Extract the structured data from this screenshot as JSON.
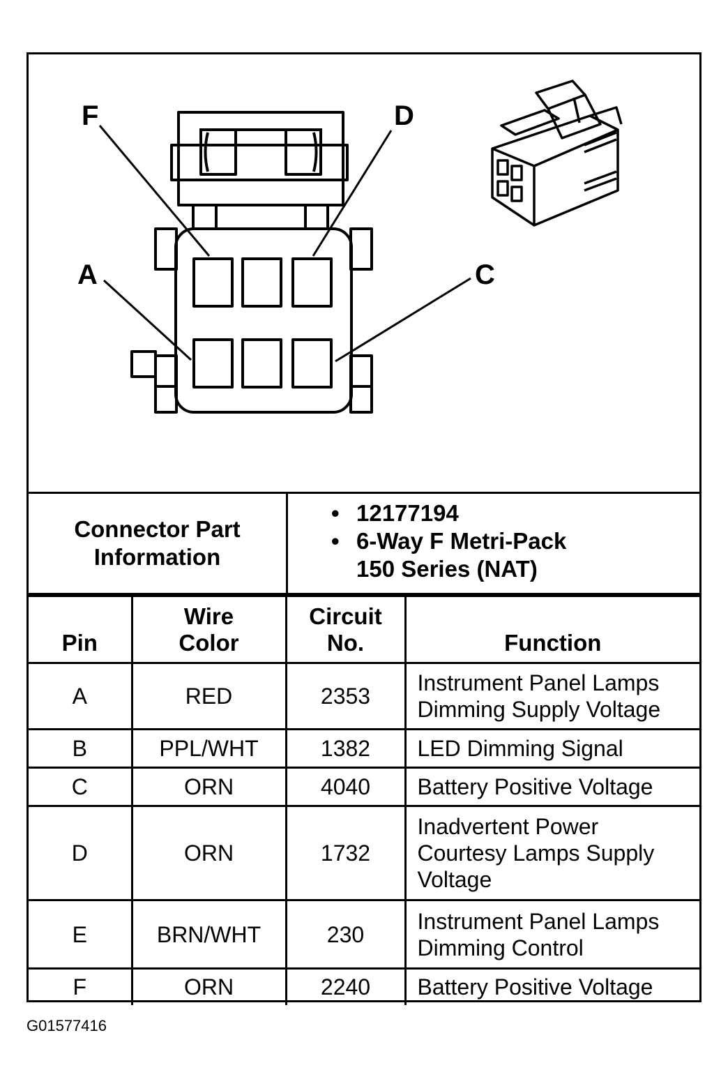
{
  "connector": {
    "pin_letters": {
      "A": "A",
      "C": "C",
      "D": "D",
      "F": "F"
    }
  },
  "info": {
    "label": "Connector Part Information",
    "part_number": "12177194",
    "description_line1": "6-Way F Metri-Pack",
    "description_line2": "150 Series (NAT)"
  },
  "table": {
    "headers": {
      "pin": "Pin",
      "wire_color": "Wire Color",
      "circuit_no": "Circuit No.",
      "function": "Function"
    },
    "rows": [
      {
        "pin": "A",
        "wire_color": "RED",
        "circuit": "2353",
        "function_lines": [
          "Instrument Panel Lamps",
          "Dimming Supply Voltage"
        ]
      },
      {
        "pin": "B",
        "wire_color": "PPL/WHT",
        "circuit": "1382",
        "function_lines": [
          "LED Dimming Signal"
        ]
      },
      {
        "pin": "C",
        "wire_color": "ORN",
        "circuit": "4040",
        "function_lines": [
          "Battery Positive Voltage"
        ]
      },
      {
        "pin": "D",
        "wire_color": "ORN",
        "circuit": "1732",
        "function_lines": [
          "Inadvertent Power",
          "Courtesy Lamps Supply",
          "Voltage"
        ]
      },
      {
        "pin": "E",
        "wire_color": "BRN/WHT",
        "circuit": "230",
        "function_lines": [
          "Instrument Panel Lamps",
          "Dimming Control"
        ]
      },
      {
        "pin": "F",
        "wire_color": "ORN",
        "circuit": "2240",
        "function_lines": [
          "Battery Positive Voltage"
        ]
      }
    ]
  },
  "footer": {
    "figure_id": "G01577416"
  }
}
